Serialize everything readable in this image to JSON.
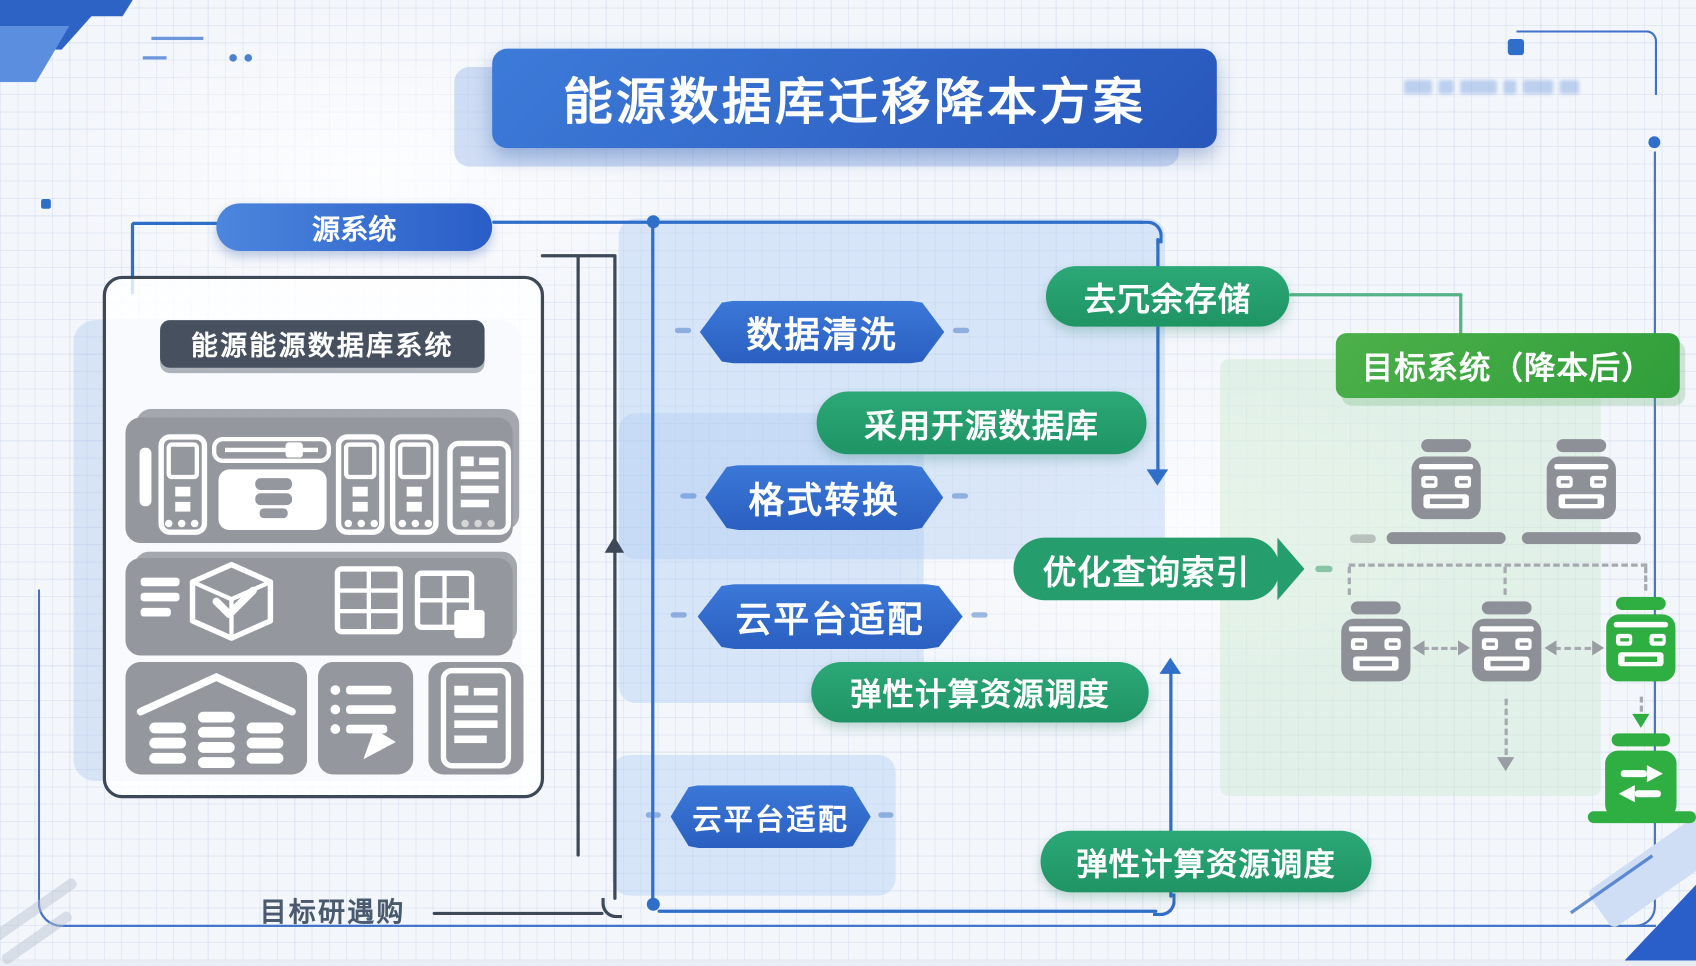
{
  "title": "能源数据库迁移降本方案",
  "source_system": {
    "badge": "源系统",
    "panel_title": "能源能源数据库系统",
    "caption": "目标研遇购"
  },
  "migration_steps": {
    "data_clean": "数据清洗",
    "format_convert": "格式转换",
    "cloud_adapt_1": "云平台适配",
    "cloud_adapt_2": "云平台适配",
    "open_source_db": "采用开源数据库",
    "elastic_compute_1": "弹性计算资源调度",
    "elastic_compute_2": "弹性计算资源调度"
  },
  "cost_cuts": {
    "dedupe_storage": "去冗余存储",
    "optimize_index": "优化查询索引"
  },
  "target_system": {
    "badge": "目标系统（降本后）"
  },
  "icons": {
    "source_panel": "server-rack-cluster",
    "target_panel": "database-jar-cluster",
    "transform": "data-transform"
  },
  "colors": {
    "primary_blue": "#2f6bd0",
    "pill_green": "#259d6d",
    "banner_green": "#36a93a",
    "line_blue": "#2f6fc9",
    "line_dark": "#3d4958",
    "icon_gray": "#95989e",
    "icon_green": "#2fae42"
  }
}
